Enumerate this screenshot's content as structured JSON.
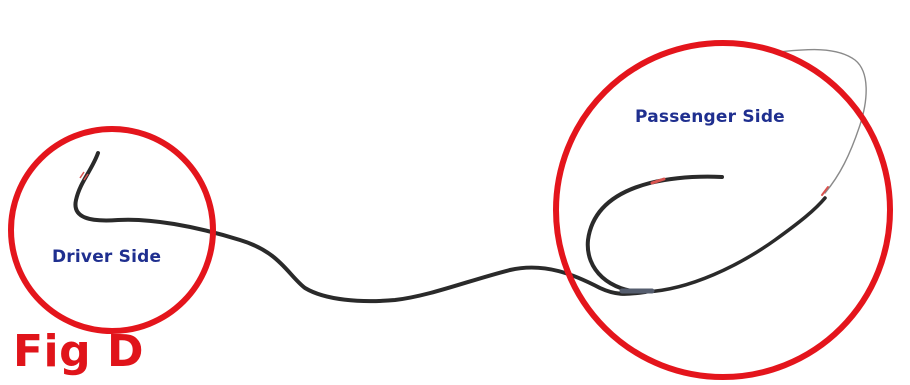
{
  "labels": {
    "driver_side": "Driver Side",
    "passenger_side": "Passenger Side",
    "figure": "Fig D"
  },
  "colors": {
    "circle": "#e4151c",
    "label_blue": "#1f2f8f",
    "figure_red": "#e0141a",
    "cable": "#2a2a2a",
    "thin_wire": "#8a8a8a",
    "wire_tip_red": "#d9534f"
  }
}
